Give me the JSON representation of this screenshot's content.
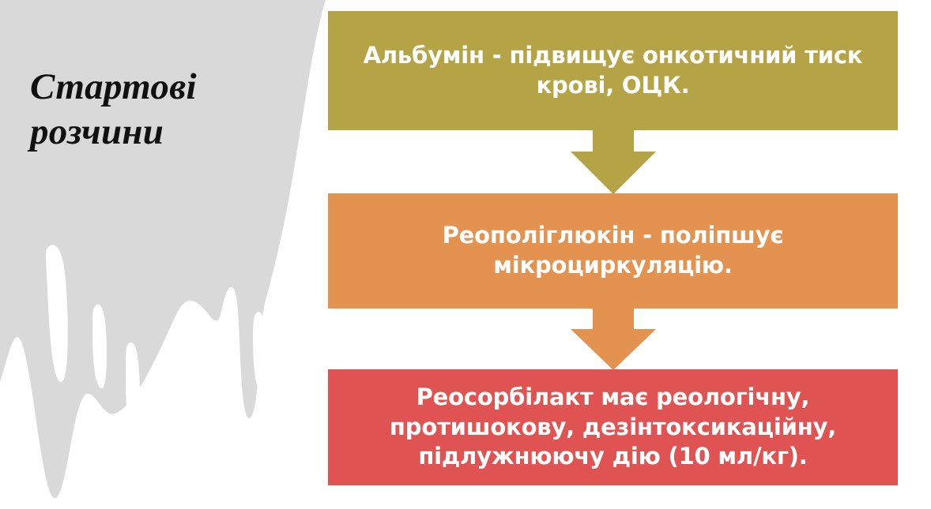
{
  "slide": {
    "title": "Стартові\nрозчини",
    "background_color": "#ffffff",
    "side_panel_color": "#d9d9d9"
  },
  "flow": {
    "boxes": [
      {
        "id": "albumin",
        "text": "Альбумін - підвищує онкотичний тиск крові, ОЦК.",
        "color": "#b5a445",
        "text_color": "#ffffff"
      },
      {
        "id": "reopoliglukin",
        "text": "Реополіглюкін  - поліпшує мікроциркуляцію.",
        "color": "#e3924f",
        "text_color": "#ffffff"
      },
      {
        "id": "reosorbilakt",
        "text": "Реосорбілакт має реологічну, протишокову, дезінтоксикаційну, підлужнюючу дію (10 мл/кг).",
        "color": "#e05353",
        "text_color": "#ffffff"
      }
    ],
    "arrows": [
      {
        "id": "arrow-albumin-to-reopoliglukin",
        "icon": "arrow-down-icon",
        "color": "#b5a445"
      },
      {
        "id": "arrow-reopoliglukin-to-reosorbilakt",
        "icon": "arrow-down-icon",
        "color": "#e3924f"
      }
    ]
  }
}
